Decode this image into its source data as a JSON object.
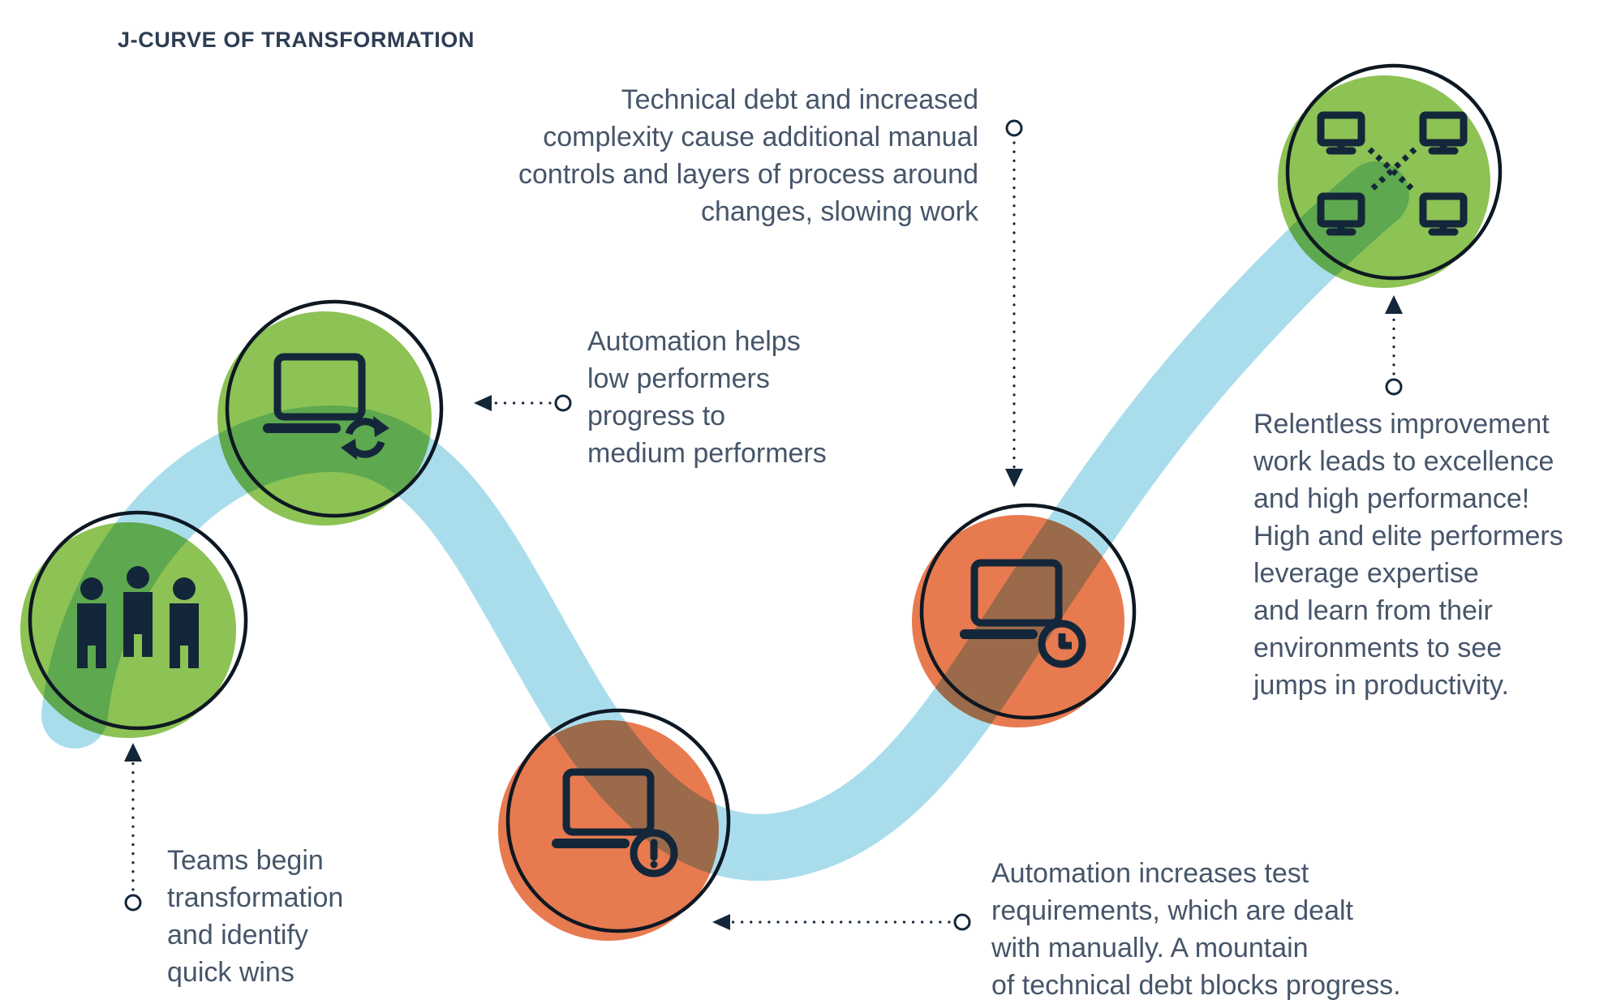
{
  "title": "J-CURVE OF TRANSFORMATION",
  "colors": {
    "green": "#8dc255",
    "orange": "#e87a50",
    "ribbon": "#a9ddec",
    "icon": "#14273a",
    "text": "#46556a",
    "title": "#2d3d53"
  },
  "nodes": [
    {
      "id": "teams",
      "color": "green",
      "icon": "people-icon"
    },
    {
      "id": "automation-progress",
      "color": "green",
      "icon": "laptop-sync-icon"
    },
    {
      "id": "test-debt",
      "color": "orange",
      "icon": "laptop-alert-icon"
    },
    {
      "id": "manual-controls",
      "color": "orange",
      "icon": "laptop-clock-icon"
    },
    {
      "id": "high-performance",
      "color": "green",
      "icon": "network-icon"
    }
  ],
  "annotations": {
    "technical_debt": {
      "text": "Technical debt and increased\ncomplexity cause additional manual\ncontrols and layers of process around\nchanges, slowing work"
    },
    "automation_helps": {
      "text": "Automation helps\nlow performers\nprogress to\nmedium performers"
    },
    "relentless": {
      "text": "Relentless improvement\nwork leads to excellence\nand high performance!\nHigh and elite performers\nleverage expertise\nand learn from their\nenvironments to see\njumps in productivity."
    },
    "teams_begin": {
      "text": "Teams begin\ntransformation\nand identify\nquick wins"
    },
    "automation_increases": {
      "text": "Automation increases test\nrequirements, which are dealt\nwith manually. A mountain\nof technical debt blocks progress."
    }
  }
}
